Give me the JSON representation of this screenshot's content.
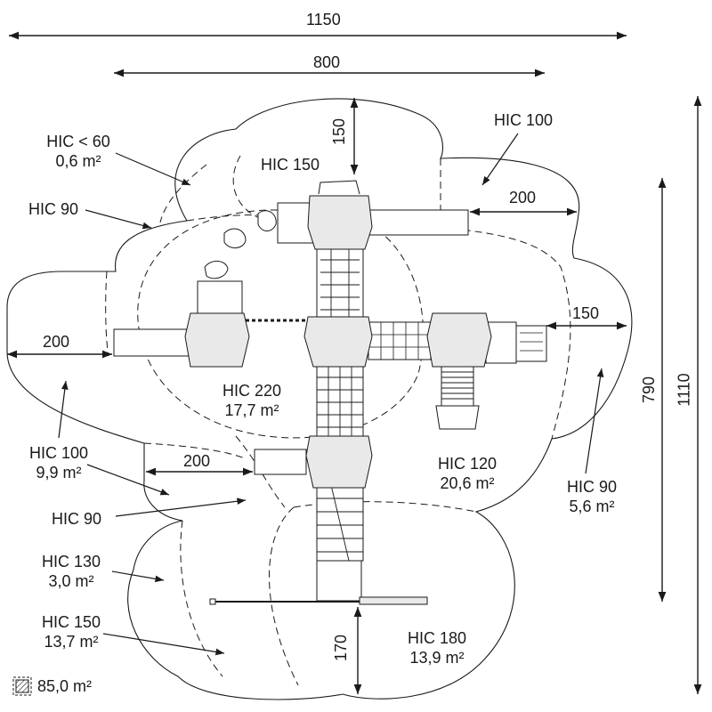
{
  "dimensions": {
    "total_width": "1150",
    "structure_width": "800",
    "top_clearance": "150",
    "right_upper_clearance": "200",
    "right_mid_clearance": "150",
    "left_mid_clearance": "200",
    "left_lower_clearance": "200",
    "bottom_clearance": "170",
    "structure_height": "790",
    "total_height": "1110"
  },
  "zones": [
    {
      "id": "hic-lt60",
      "title": "HIC < 60",
      "area": "0,6 m²"
    },
    {
      "id": "hic-90-upper-left",
      "title": "HIC 90",
      "area": ""
    },
    {
      "id": "hic-150-top",
      "title": "HIC 150",
      "area": ""
    },
    {
      "id": "hic-100-top-right",
      "title": "HIC 100",
      "area": ""
    },
    {
      "id": "hic-220",
      "title": "HIC 220",
      "area": "17,7 m²"
    },
    {
      "id": "hic-120",
      "title": "HIC 120",
      "area": "20,6 m²"
    },
    {
      "id": "hic-90-right",
      "title": "HIC 90",
      "area": "5,6 m²"
    },
    {
      "id": "hic-100-left",
      "title": "HIC 100",
      "area": "9,9 m²"
    },
    {
      "id": "hic-90-left",
      "title": "HIC 90",
      "area": ""
    },
    {
      "id": "hic-130",
      "title": "HIC 130",
      "area": "3,0 m²"
    },
    {
      "id": "hic-150-bottom",
      "title": "HIC 150",
      "area": "13,7 m²"
    },
    {
      "id": "hic-180",
      "title": "HIC 180",
      "area": "13,9 m²"
    }
  ],
  "legend": {
    "icon": "hatched-square-icon",
    "total_area": "85,0 m²"
  },
  "colors": {
    "line": "#1a1a1a",
    "fill": "#ffffff",
    "tower_fill": "#e9e9e9"
  }
}
